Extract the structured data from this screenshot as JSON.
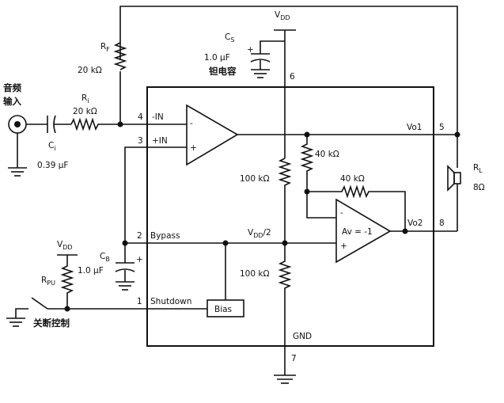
{
  "labels": {
    "vdd_top": "V",
    "vdd_sub": "DD",
    "cs_name": "C",
    "cs_sub": "S",
    "cs_value": "1.0 μF",
    "cs_type": "钽电容",
    "cs_plus": "+",
    "rf_name": "R",
    "rf_sub": "F",
    "rf_value": "20 kΩ",
    "audio_line1": "音频",
    "audio_line2": "输入",
    "ri_name": "R",
    "ri_sub": "i",
    "ri_value": "20 kΩ",
    "ci_name": "C",
    "ci_sub": "i",
    "ci_value": "0.39 μF",
    "cb_name": "C",
    "cb_sub": "B",
    "cb_value": "1.0 μF",
    "cb_plus": "+",
    "vdd_left": "V",
    "vdd_left_sub": "DD",
    "rpu_name": "R",
    "rpu_sub": "PU",
    "shutdown_control": "关断控制",
    "r100k_upper": "100 kΩ",
    "r100k_lower": "100 kΩ",
    "r40k_a": "40 kΩ",
    "r40k_b": "40 kΩ",
    "vdd_half": "V",
    "vdd_half_sub": "DD",
    "vdd_half_tail": "/2",
    "av_label": "Av = -1",
    "rl_name": "R",
    "rl_sub": "L",
    "rl_value": "8Ω",
    "gnd": "GND",
    "bias": "Bias",
    "minus": "-",
    "plus": "+"
  },
  "pins": [
    {
      "num": "4",
      "label": "-IN"
    },
    {
      "num": "3",
      "label": "+IN"
    },
    {
      "num": "2",
      "label": "Bypass"
    },
    {
      "num": "1",
      "label": "Shutdown"
    },
    {
      "num": "6",
      "label": ""
    },
    {
      "num": "7",
      "label": ""
    },
    {
      "num": "5",
      "label": "Vo1"
    },
    {
      "num": "8",
      "label": "Vo2"
    }
  ]
}
